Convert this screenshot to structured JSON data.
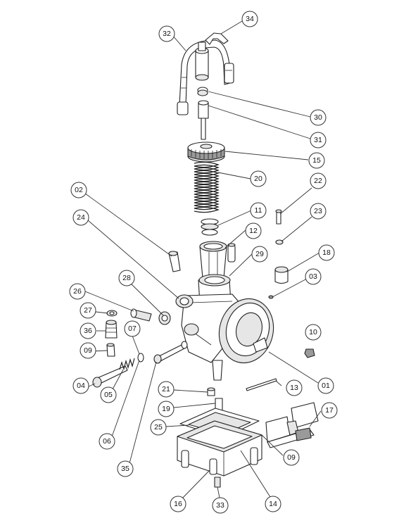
{
  "callouts": [
    {
      "id": "c34",
      "label": "34"
    },
    {
      "id": "c32",
      "label": "32"
    },
    {
      "id": "c30",
      "label": "30"
    },
    {
      "id": "c31",
      "label": "31"
    },
    {
      "id": "c15",
      "label": "15"
    },
    {
      "id": "c20",
      "label": "20"
    },
    {
      "id": "c02",
      "label": "02"
    },
    {
      "id": "c22",
      "label": "22"
    },
    {
      "id": "c24",
      "label": "24"
    },
    {
      "id": "c11",
      "label": "11"
    },
    {
      "id": "c23",
      "label": "23"
    },
    {
      "id": "c12",
      "label": "12"
    },
    {
      "id": "c29",
      "label": "29"
    },
    {
      "id": "c18",
      "label": "18"
    },
    {
      "id": "c28",
      "label": "28"
    },
    {
      "id": "c03",
      "label": "03"
    },
    {
      "id": "c26",
      "label": "26"
    },
    {
      "id": "c27",
      "label": "27"
    },
    {
      "id": "c07",
      "label": "07"
    },
    {
      "id": "c36",
      "label": "36"
    },
    {
      "id": "c10",
      "label": "10"
    },
    {
      "id": "c09a",
      "label": "09"
    },
    {
      "id": "c04",
      "label": "04"
    },
    {
      "id": "c05",
      "label": "05"
    },
    {
      "id": "c01",
      "label": "01"
    },
    {
      "id": "c13",
      "label": "13"
    },
    {
      "id": "c21",
      "label": "21"
    },
    {
      "id": "c19",
      "label": "19"
    },
    {
      "id": "c17",
      "label": "17"
    },
    {
      "id": "c25",
      "label": "25"
    },
    {
      "id": "c06",
      "label": "06"
    },
    {
      "id": "c09b",
      "label": "09"
    },
    {
      "id": "c35",
      "label": "35"
    },
    {
      "id": "c16",
      "label": "16"
    },
    {
      "id": "c33",
      "label": "33"
    },
    {
      "id": "c14",
      "label": "14"
    }
  ]
}
